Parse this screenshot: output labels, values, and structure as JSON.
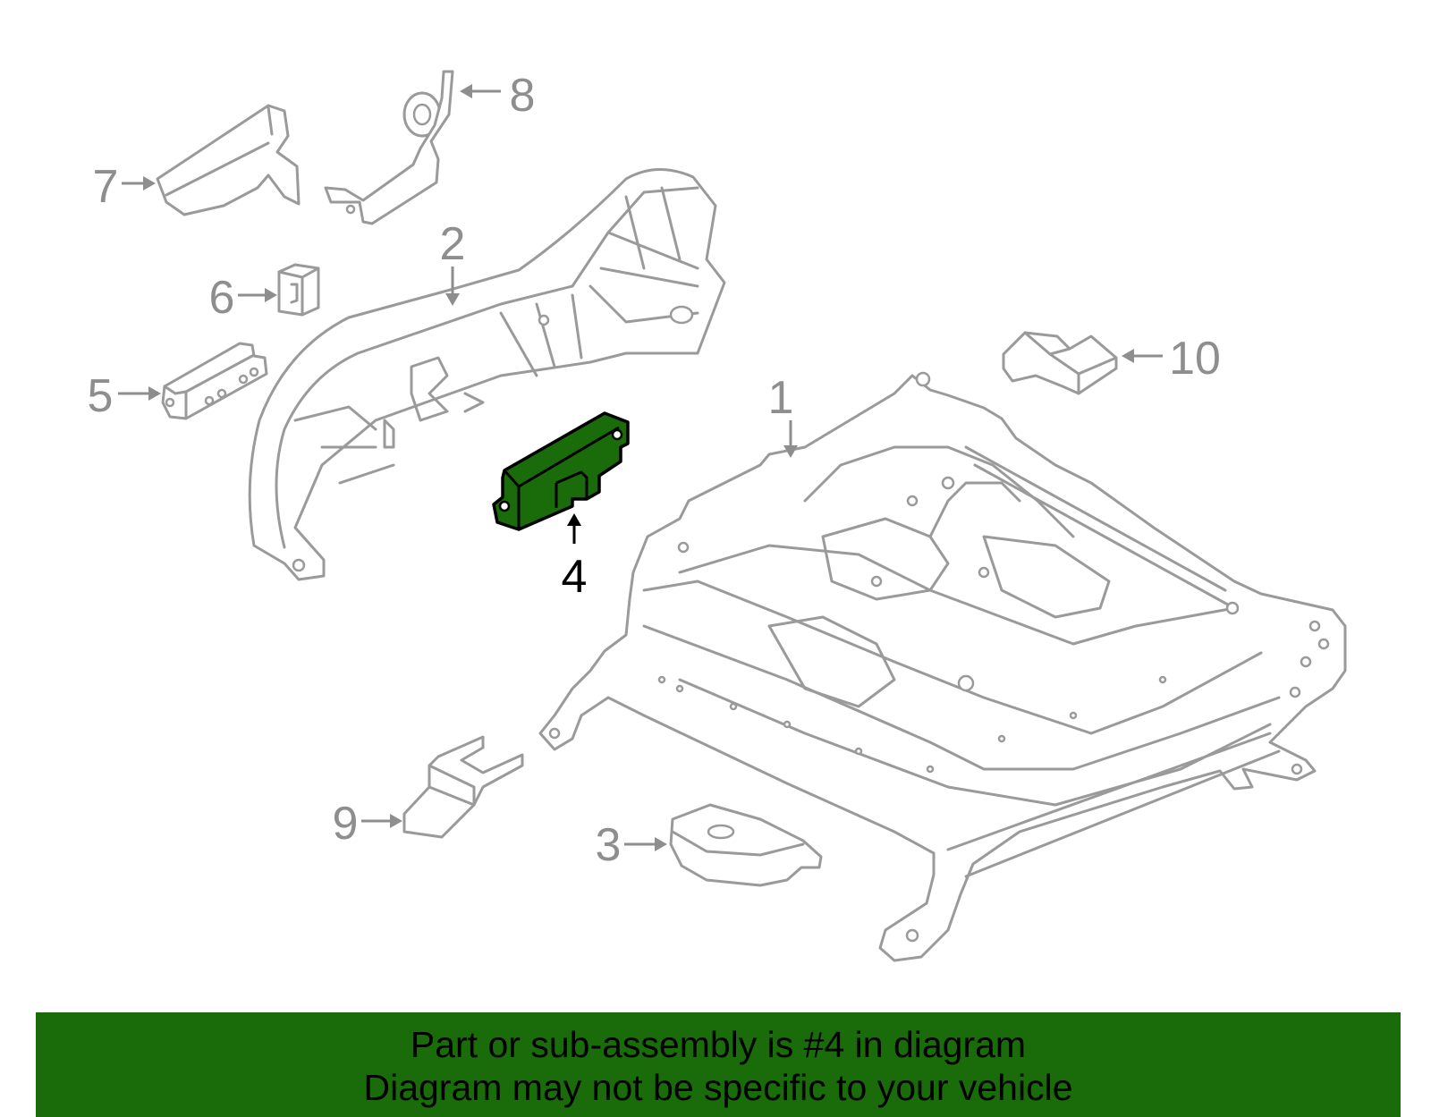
{
  "callouts": {
    "c1": "1",
    "c2": "2",
    "c3": "3",
    "c4": "4",
    "c5": "5",
    "c6": "6",
    "c7": "7",
    "c8": "8",
    "c9": "9",
    "c10": "10"
  },
  "highlight_color": "#1a6b0a",
  "banner": {
    "line1": "Part or sub-assembly is #4 in diagram",
    "line2": "Diagram may not be specific to your vehicle",
    "background": "#1a6b0a"
  }
}
